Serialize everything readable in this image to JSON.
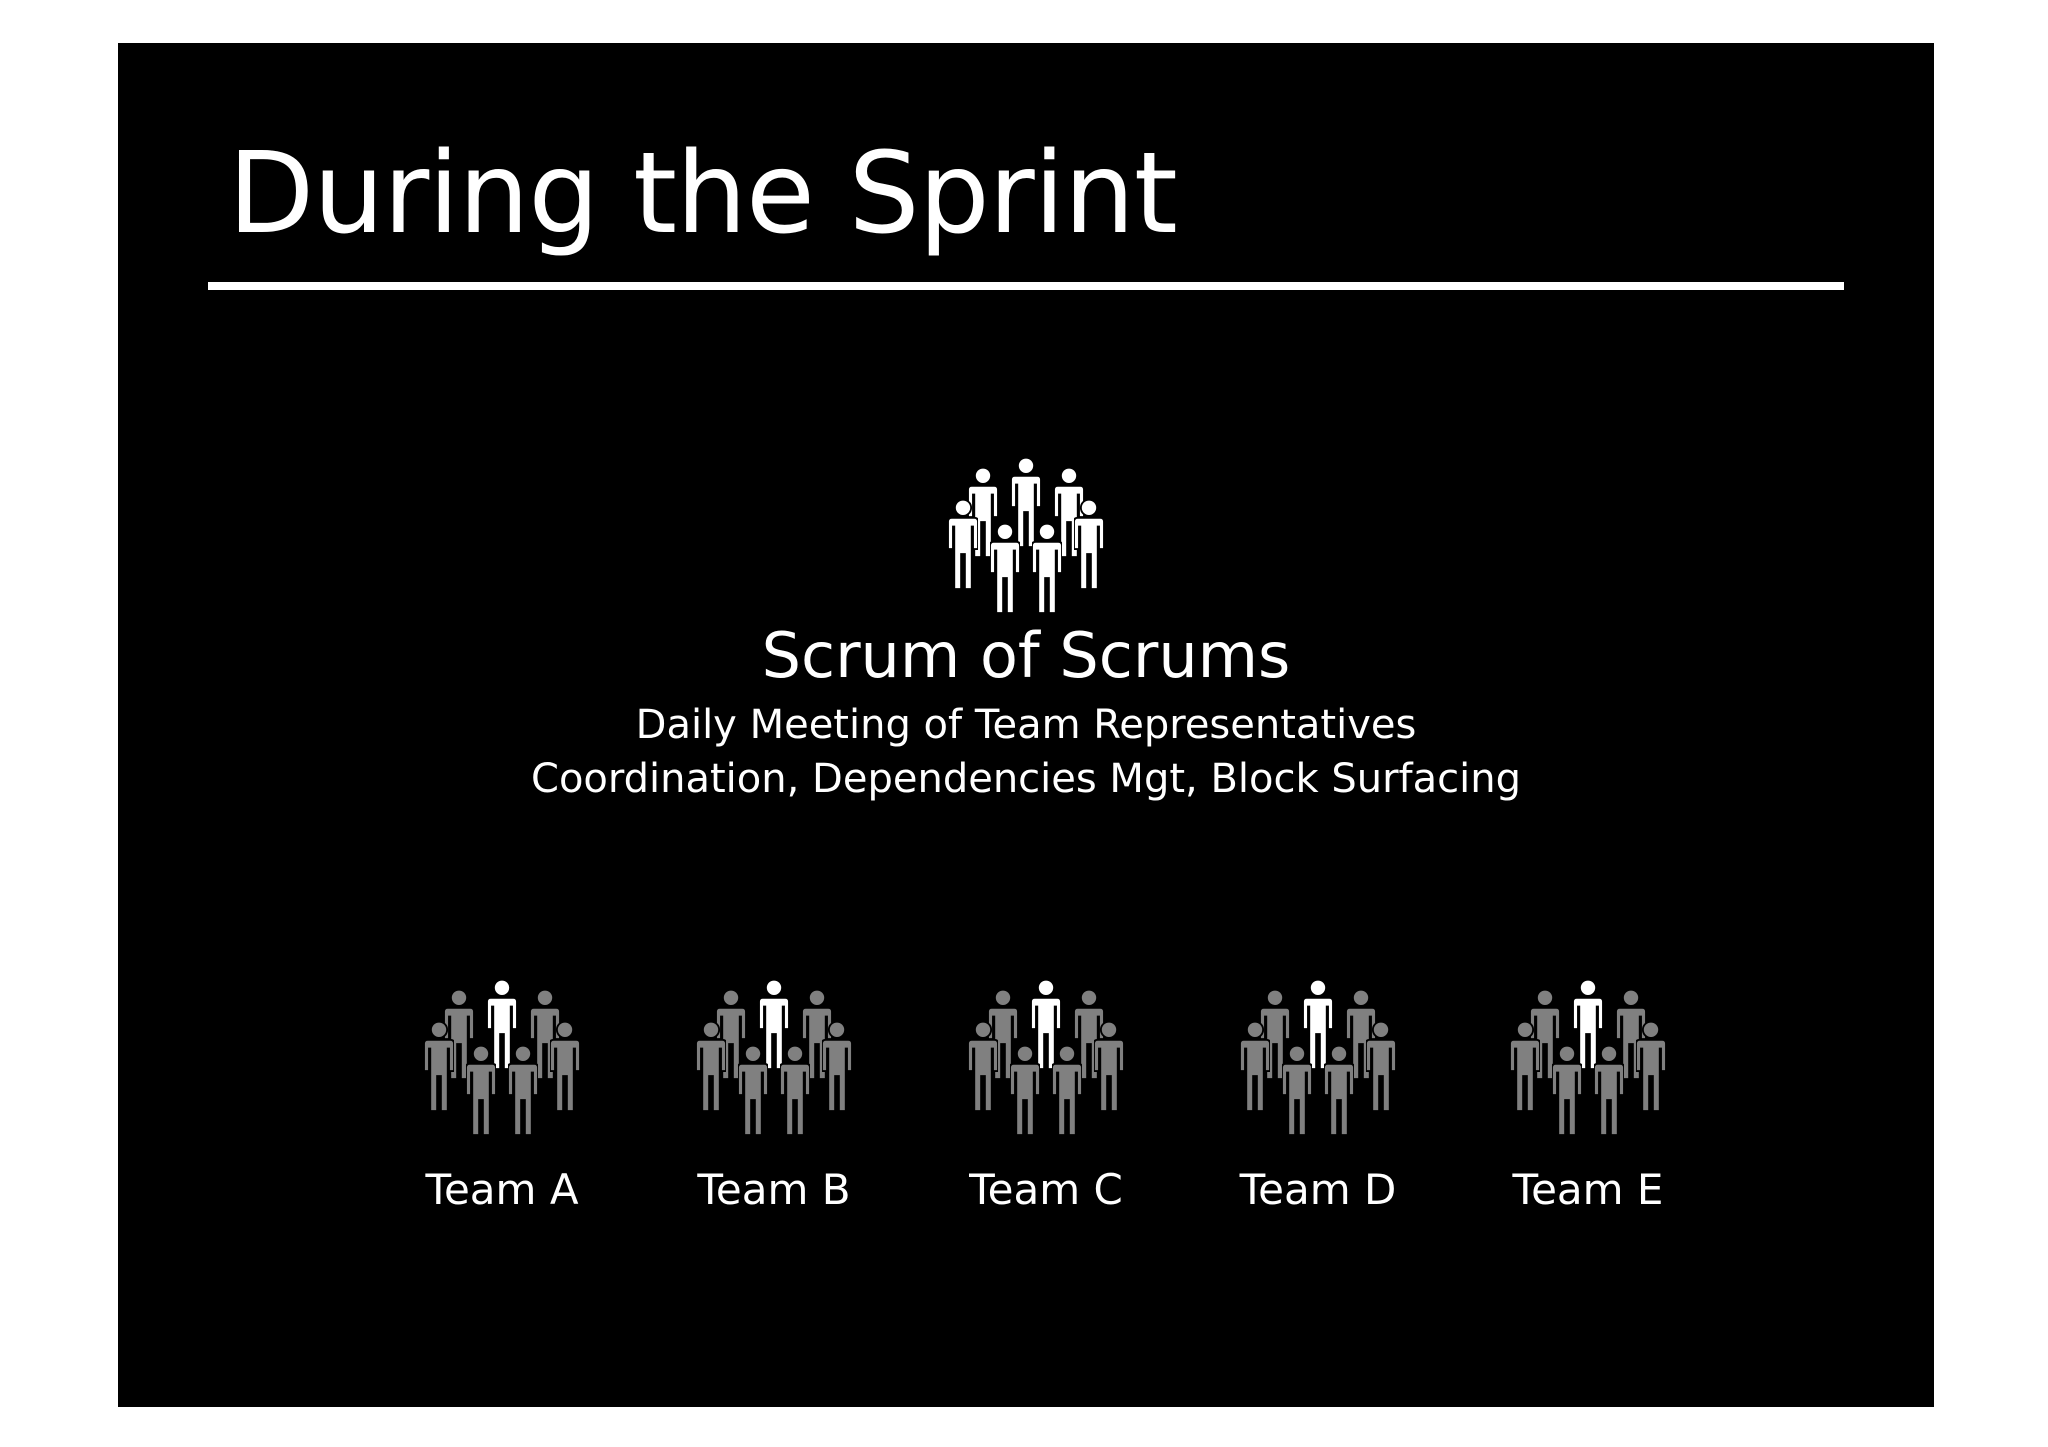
{
  "slide": {
    "title": "During the Sprint"
  },
  "scrum_of_scrums": {
    "title": "Scrum of Scrums",
    "line1": "Daily Meeting of Team Representatives",
    "line2": "Coordination, Dependencies Mgt, Block Surfacing",
    "icon": "people-group-icon",
    "icon_color": "#ffffff"
  },
  "teams": [
    {
      "label": "Team A"
    },
    {
      "label": "Team B"
    },
    {
      "label": "Team C"
    },
    {
      "label": "Team D"
    },
    {
      "label": "Team E"
    }
  ],
  "colors": {
    "background": "#000000",
    "text": "#ffffff",
    "team_member": "#808080",
    "representative": "#ffffff"
  }
}
